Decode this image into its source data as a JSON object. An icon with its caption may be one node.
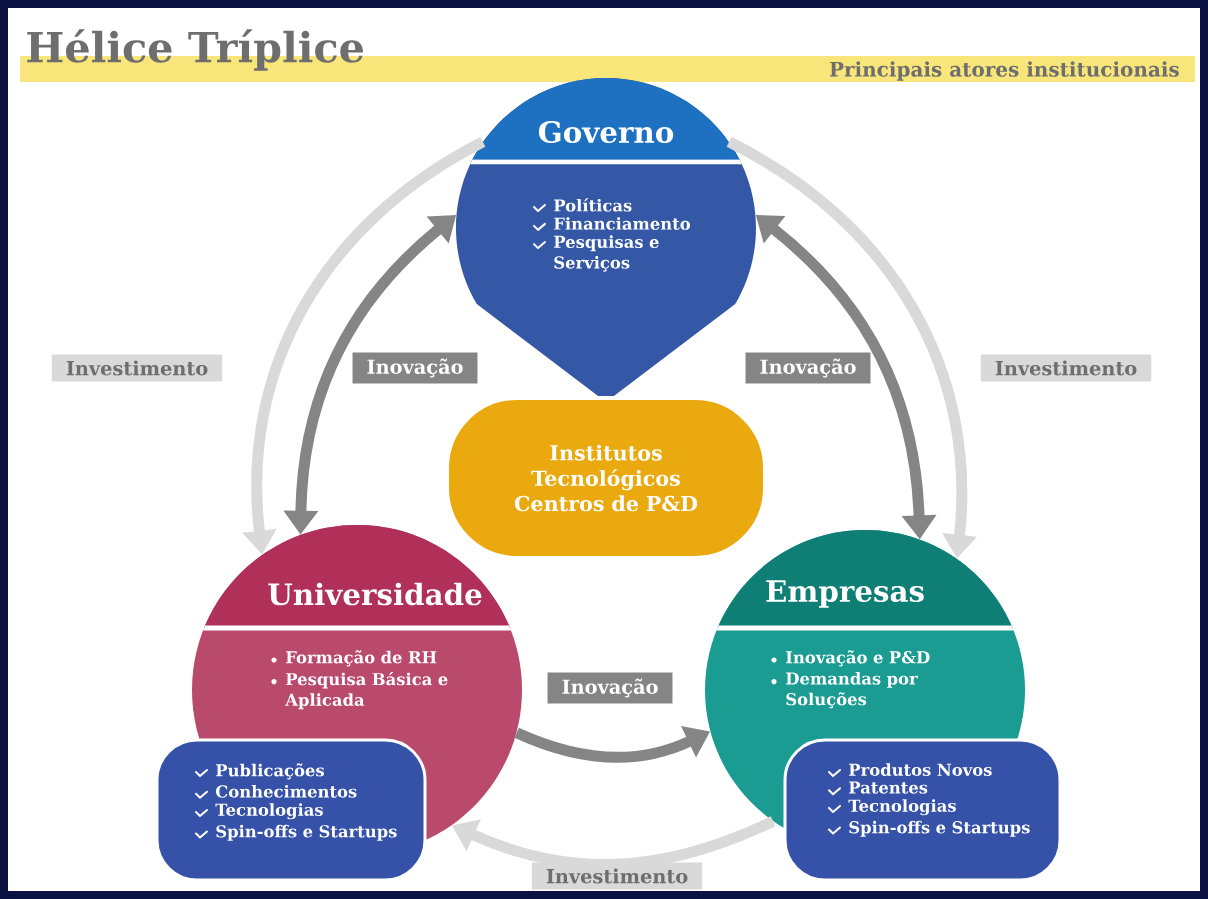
{
  "diagram": {
    "title": "Hélice Tríplice",
    "nodes": [
      {
        "text": [
          "Governo",
          "Políticas",
          "Financiamento",
          "Pesquisas e Serviços"
        ]
      },
      {
        "text": [
          "Institutos Tecnológicos Centros de P&D"
        ]
      },
      {
        "text": [
          "Universidade",
          "Formação de RH",
          "Pesquisa Básica e Aplicada"
        ]
      },
      {
        "text": [
          "Publicações",
          "Conhecimentos",
          "Tecnologias",
          "Spin-offs e Startups"
        ]
      },
      {
        "text": [
          "Empresas",
          "Inovação e P&D",
          "Demandas por Soluções"
        ]
      },
      {
        "text": [
          "Produtos Novos",
          "Patentes",
          "Tecnologias",
          "Spin-offs e Startups"
        ]
      }
    ],
    "edges": [
      {
        "from": 0,
        "to": 2,
        "arrow": "both",
        "label": "Inovação"
      },
      {
        "from": 0,
        "to": 4,
        "arrow": "both",
        "label": "Inovação"
      },
      {
        "from": 2,
        "to": 4,
        "arrow": "to",
        "label": "Inovação"
      },
      {
        "from": 0,
        "to": 2,
        "arrow": "to",
        "label": "Investimento",
        "color": "#d9d9d9"
      },
      {
        "from": 0,
        "to": 4,
        "arrow": "to",
        "label": "Investimento",
        "color": "#d9d9d9"
      },
      {
        "from": 4,
        "to": 2,
        "arrow": "to",
        "label": "Investimento",
        "color": "#d9d9d9"
      }
    ],
    "labels": [
      "Principais atores institucionais"
    ]
  }
}
